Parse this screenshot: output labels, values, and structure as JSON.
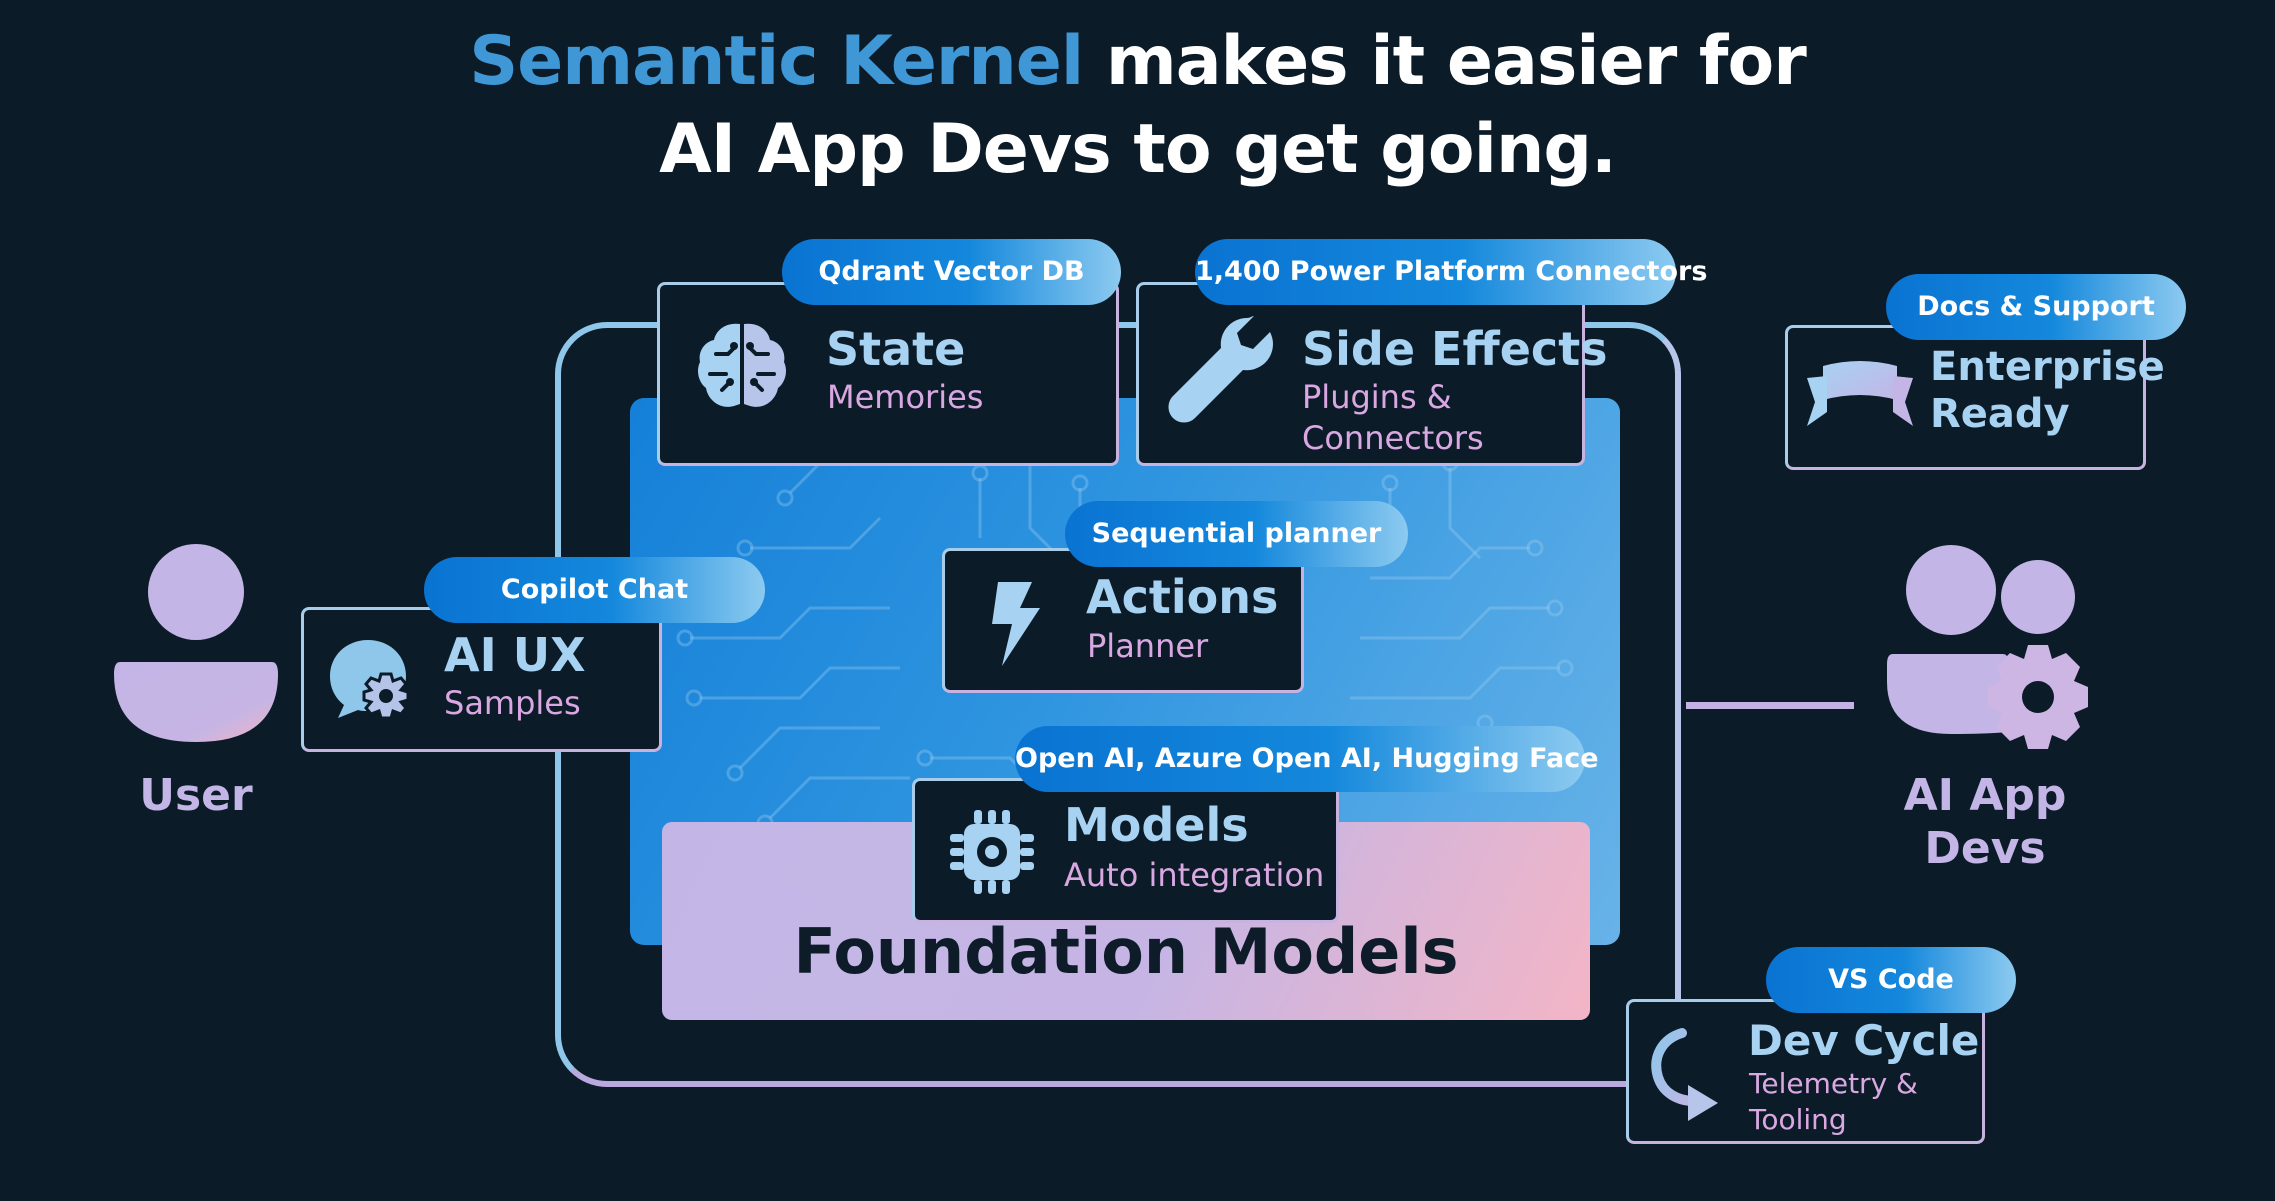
{
  "title": {
    "accent": "Semantic Kernel",
    "line1_rest": " makes it easier for",
    "line2": "AI App Devs to get going."
  },
  "user": {
    "label": "User"
  },
  "aiappdevs": {
    "label_line1": "AI App",
    "label_line2": "Devs"
  },
  "foundation": {
    "label": "Foundation Models"
  },
  "cards": {
    "aiux": {
      "tag": "Copilot Chat",
      "title": "AI UX",
      "sub": "Samples",
      "icon": "chat-gear-icon"
    },
    "state": {
      "tag": "Qdrant Vector DB",
      "title": "State",
      "sub": "Memories",
      "icon": "brain-icon"
    },
    "sideeffects": {
      "tag": "1,400 Power Platform Connectors",
      "title": "Side Effects",
      "sub_line1": "Plugins &",
      "sub_line2": "Connectors",
      "icon": "wrench-icon"
    },
    "actions": {
      "tag": "Sequential planner",
      "title": "Actions",
      "sub": "Planner",
      "icon": "lightning-icon"
    },
    "models": {
      "tag": "Open AI, Azure Open AI, Hugging Face",
      "title": "Models",
      "sub": "Auto integration",
      "icon": "chip-icon"
    },
    "enterprise": {
      "tag": "Docs & Support",
      "title_line1": "Enterprise",
      "title_line2": "Ready",
      "icon": "banner-icon"
    },
    "devcycle": {
      "tag": "VS Code",
      "title": "Dev Cycle",
      "sub_line1": "Telemetry &",
      "sub_line2": "Tooling",
      "icon": "cycle-arrow-icon"
    }
  },
  "colors": {
    "background": "#0c1b28",
    "accent": "#3f97d6",
    "pill": "#0a73d2",
    "card_title": "#a7d2f2",
    "card_sub": "#d9a8e2",
    "person": "#c3b5e6"
  }
}
